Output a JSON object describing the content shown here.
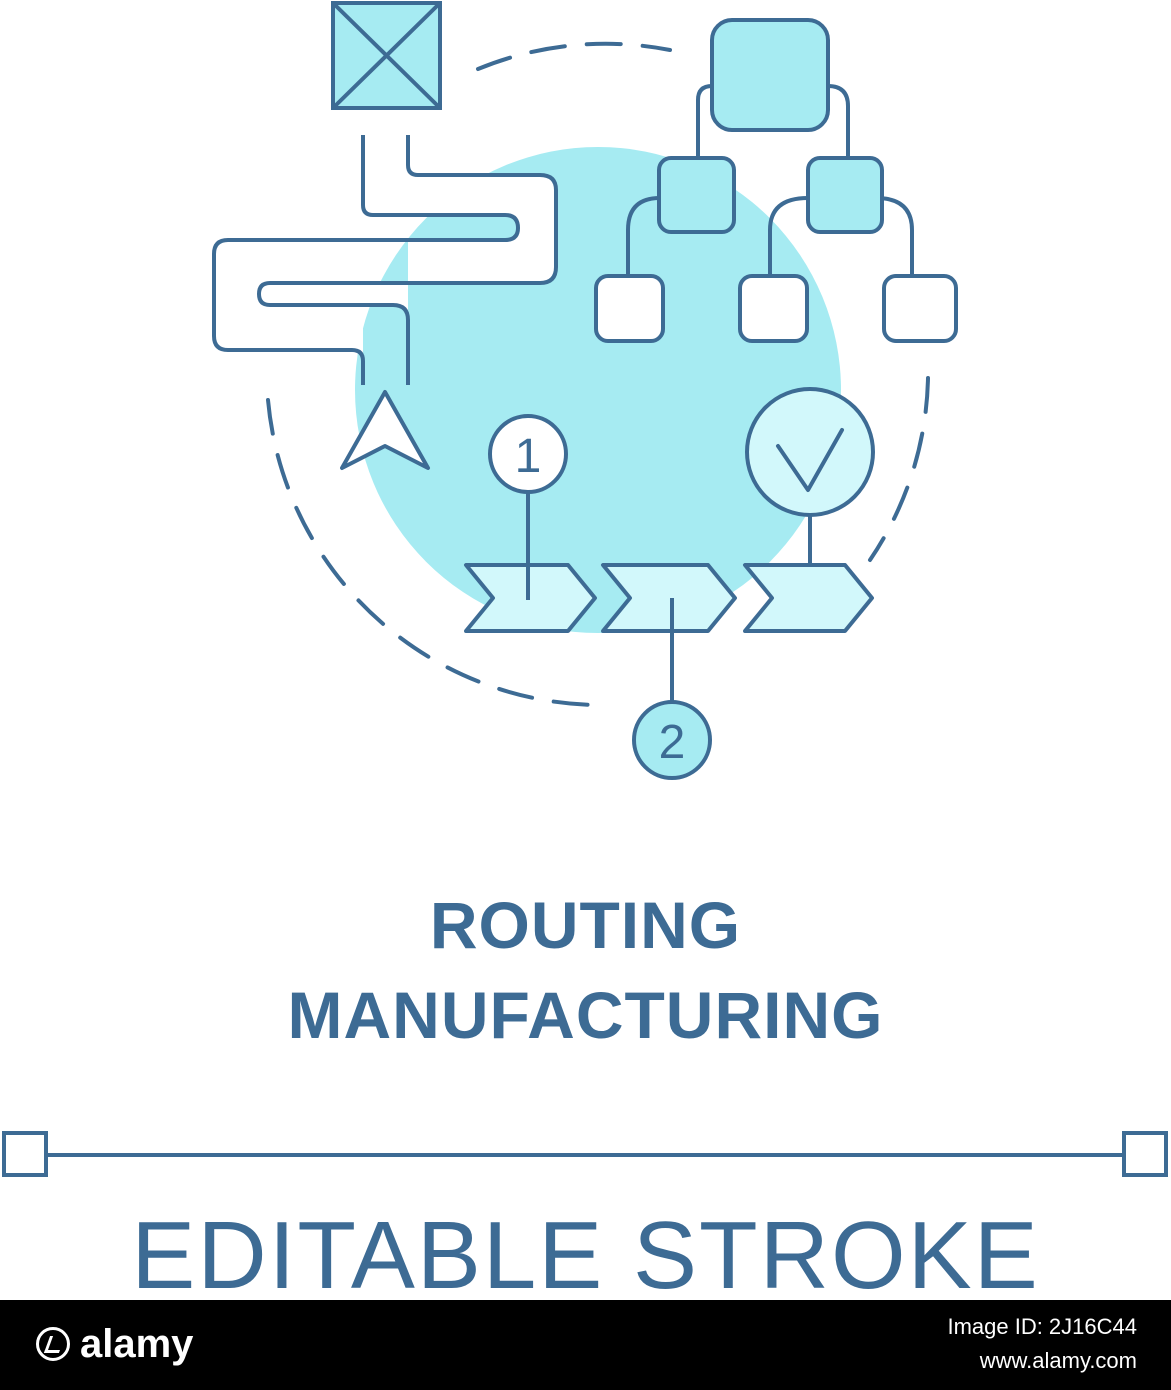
{
  "title": {
    "line1": "ROUTING",
    "line2": "MANUFACTURING"
  },
  "subtitle": "EDITABLE STROKE",
  "step_labels": {
    "first": "1",
    "second": "2"
  },
  "footer": {
    "brand": "alamy",
    "image_id_label": "Image ID: 2J16C44",
    "website": "www.alamy.com"
  },
  "colors": {
    "stroke": "#3d6b94",
    "fill_light": "#a6ebf2",
    "fill_pale": "#d2f8fb",
    "footer_bg": "#000000"
  },
  "icons": [
    "map-pin-icon",
    "maze-path-icon",
    "navigation-arrow-icon",
    "org-chart-icon",
    "checkmark-icon",
    "chevron-steps-icon",
    "dashed-cycle-icon"
  ]
}
